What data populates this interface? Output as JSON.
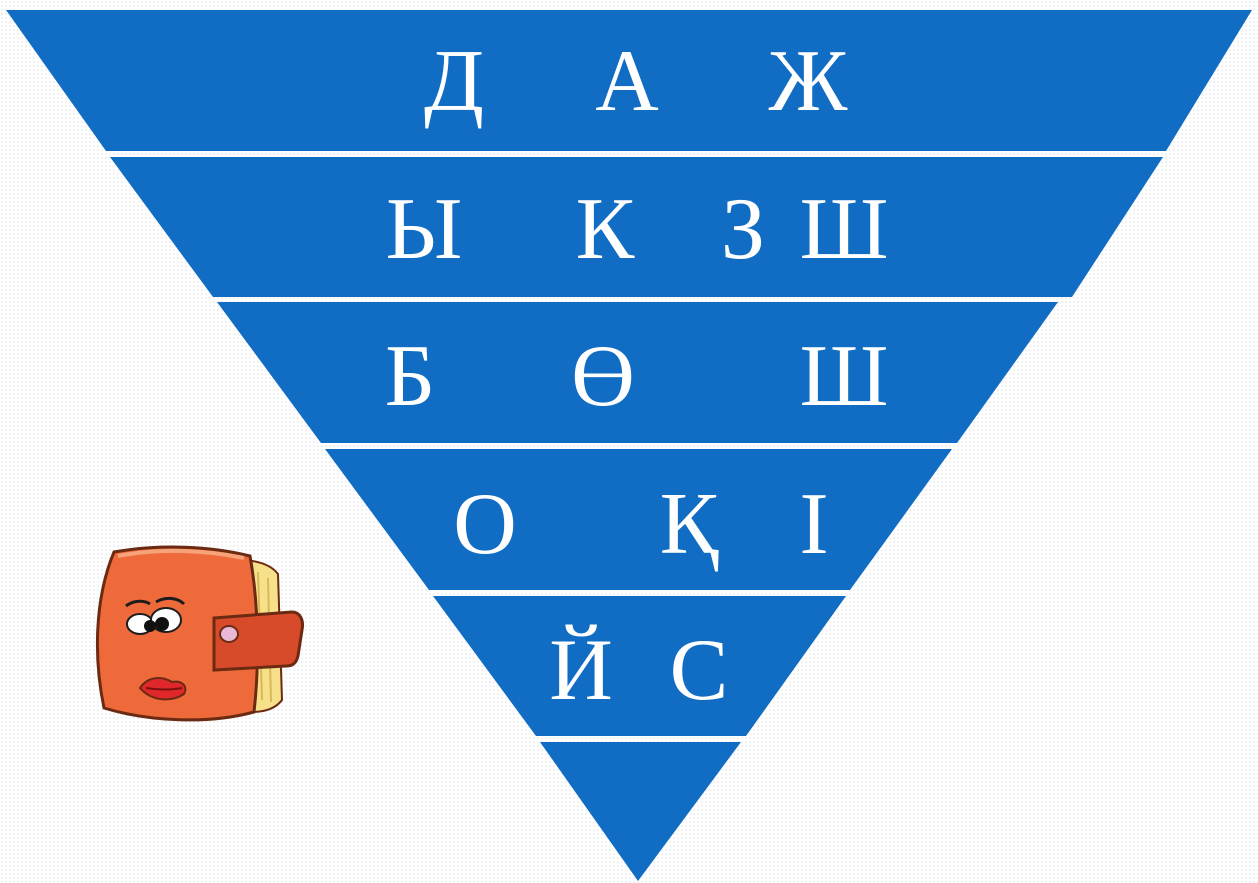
{
  "colors": {
    "pyramid_fill": "#116dc3",
    "separator": "#ffffff",
    "letter": "#ffffff",
    "book_cover": "#ef6a3a",
    "book_pages": "#f7e08a",
    "book_strap": "#d84b2a",
    "book_button": "#e9b8d6"
  },
  "rows": [
    [
      "Д",
      "А",
      "Ж"
    ],
    [
      "Ы",
      "К",
      "З",
      "Ш"
    ],
    [
      "Б",
      "Ө",
      "Ш"
    ],
    [
      "О",
      "Қ",
      "І"
    ],
    [
      "Й",
      "С"
    ],
    []
  ],
  "decoration": {
    "icon": "cartoon-book-with-face-icon"
  }
}
